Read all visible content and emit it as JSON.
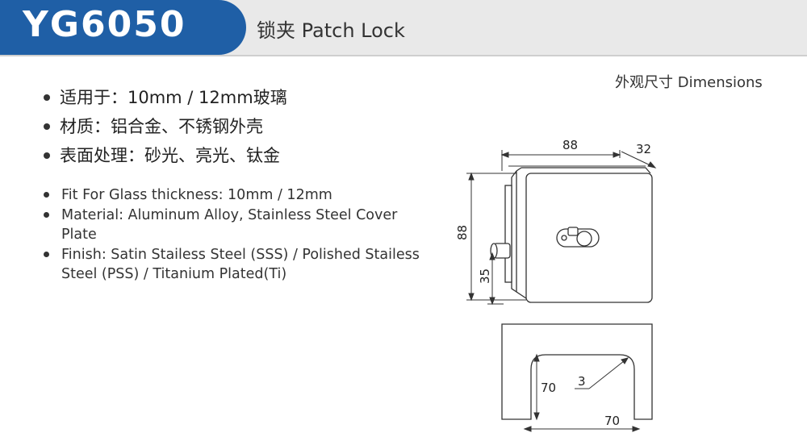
{
  "header": {
    "model": "YG6050",
    "product_name": "锁夹 Patch Lock"
  },
  "dimensions_title": "外观尺寸 Dimensions",
  "specs_cn": [
    "适用于：10mm / 12mm玻璃",
    "材质：铝合金、不锈钢外壳",
    "表面处理：砂光、亮光、钛金"
  ],
  "specs_en": [
    "Fit For Glass thickness: 10mm / 12mm",
    "Material: Aluminum Alloy, Stainless Steel Cover Plate",
    "Finish: Satin Stailess Steel (SSS) / Polished Stailess Steel (PSS) / Titanium Plated(Ti)"
  ],
  "drawing_dims": {
    "width": "88",
    "depth": "32",
    "height": "88",
    "bolt_height": "35",
    "cutout_height": "70",
    "cutout_width": "70",
    "radius": "3"
  }
}
